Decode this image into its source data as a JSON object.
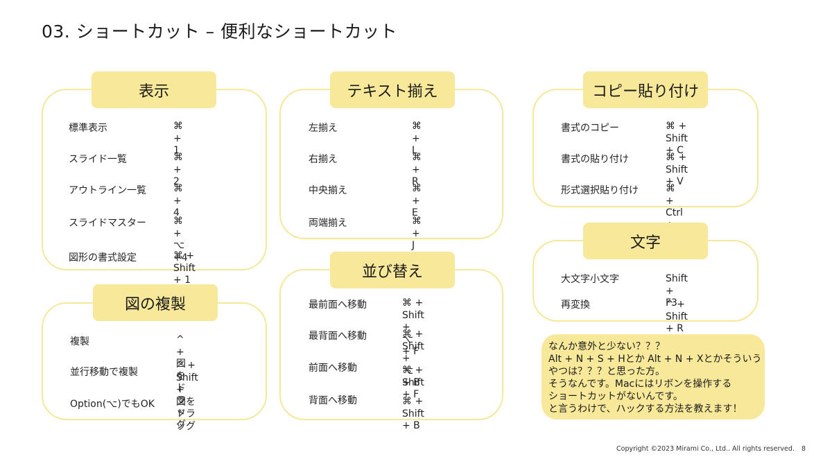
{
  "title": "03. ショートカット – 便利なショートカット",
  "sections": {
    "display": {
      "heading": "表示",
      "rows": [
        {
          "label": "標準表示",
          "shortcut": "⌘ + 1"
        },
        {
          "label": "スライド一覧",
          "shortcut": "⌘ + 2"
        },
        {
          "label": "アウトライン一覧",
          "shortcut": "⌘ + 4"
        },
        {
          "label": "スライドマスター",
          "shortcut": "⌘ + ⌥ +4"
        },
        {
          "label": "図形の書式設定",
          "shortcut": "⌘ + Shift + 1"
        }
      ]
    },
    "duplicate": {
      "heading": "図の複製",
      "rows": [
        {
          "label": "複製",
          "shortcut": "^ + 図をドラッグ"
        },
        {
          "label": "並行移動で複製",
          "shortcut": "^ + Shift +\n図をドラッグ"
        },
        {
          "label": "Option(⌥)でもOK",
          "shortcut": ""
        }
      ]
    },
    "align": {
      "heading": "テキスト揃え",
      "rows": [
        {
          "label": "左揃え",
          "shortcut": "⌘ + L"
        },
        {
          "label": "右揃え",
          "shortcut": "⌘ + R"
        },
        {
          "label": "中央揃え",
          "shortcut": "⌘ + E"
        },
        {
          "label": "両端揃え",
          "shortcut": "⌘ + J"
        }
      ]
    },
    "order": {
      "heading": "並び替え",
      "rows": [
        {
          "label": "最前面へ移動",
          "shortcut": "⌘ + Shift + ⌥ + F"
        },
        {
          "label": "最背面へ移動",
          "shortcut": "⌘ + Shift + ⌥ + B"
        },
        {
          "label": "前面へ移動",
          "shortcut": "⌘ + Shift + F"
        },
        {
          "label": "背面へ移動",
          "shortcut": "⌘ + Shift + B"
        }
      ]
    },
    "copy_paste": {
      "heading": "コピー貼り付け",
      "rows": [
        {
          "label": "書式のコピー",
          "shortcut": "⌘ + Shift + C"
        },
        {
          "label": "書式の貼り付け",
          "shortcut": "⌘ + Shift + V"
        },
        {
          "label": "形式選択貼り付け",
          "shortcut": "⌘ + Ctrl + V"
        }
      ]
    },
    "text": {
      "heading": "文字",
      "rows": [
        {
          "label": "大文字小文字",
          "shortcut": "Shift + F3"
        },
        {
          "label": "再変換",
          "shortcut": "^ + Shift + R"
        }
      ]
    }
  },
  "note": {
    "lines": [
      "なんか意外と少ない？？？",
      "Alt + N + S + Hとか Alt + N + Xとかそういう",
      "やつは？？？と思った方。",
      "そうなんです。Macにはリボンを操作する",
      "ショートカットがないんです。",
      "と言うわけで、ハックする方法を教えます！"
    ]
  },
  "footer": {
    "copyright": "Copyright ©2023 Mirami Co., Ltd.. All rights reserved.",
    "page_number": "8"
  },
  "colors": {
    "accent": "#f8e89a",
    "border": "#f6e89a"
  }
}
